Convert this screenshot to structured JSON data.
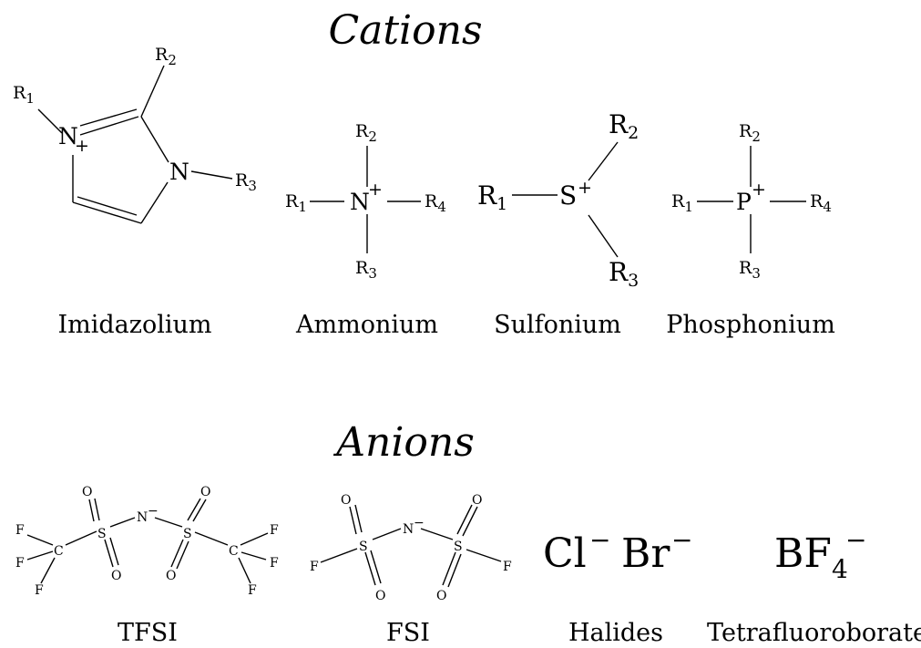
{
  "sections": {
    "cations_title": "Cations",
    "anions_title": "Anions"
  },
  "cations": [
    {
      "name": "Imidazolium",
      "atoms": {
        "n1": "N",
        "n3": "N",
        "charge": "+",
        "r1": "R",
        "r1_sub": "1",
        "r2": "R",
        "r2_sub": "2",
        "r3": "R",
        "r3_sub": "3"
      }
    },
    {
      "name": "Ammonium",
      "atoms": {
        "center": "N",
        "charge": "+",
        "r1": "R",
        "r1_sub": "1",
        "r2": "R",
        "r2_sub": "2",
        "r3": "R",
        "r3_sub": "3",
        "r4": "R",
        "r4_sub": "4"
      }
    },
    {
      "name": "Sulfonium",
      "atoms": {
        "center": "S",
        "charge": "+",
        "r1": "R",
        "r1_sub": "1",
        "r2": "R",
        "r2_sub": "2",
        "r3": "R",
        "r3_sub": "3"
      }
    },
    {
      "name": "Phosphonium",
      "atoms": {
        "center": "P",
        "charge": "+",
        "r1": "R",
        "r1_sub": "1",
        "r2": "R",
        "r2_sub": "2",
        "r3": "R",
        "r3_sub": "3",
        "r4": "R",
        "r4_sub": "4"
      }
    }
  ],
  "anions": [
    {
      "name": "TFSI",
      "atoms": {
        "n": "N",
        "n_charge": "−",
        "s": "S",
        "o": "O",
        "c": "C",
        "f": "F"
      }
    },
    {
      "name": "FSI",
      "atoms": {
        "n": "N",
        "n_charge": "−",
        "s": "S",
        "o": "O",
        "f": "F"
      }
    },
    {
      "name": "Halides",
      "atoms": {
        "cl": "Cl",
        "br": "Br",
        "charge": "−"
      }
    },
    {
      "name": "Tetrafluoroborate",
      "atoms": {
        "bf": "BF",
        "sub": "4",
        "charge": "−"
      }
    }
  ]
}
